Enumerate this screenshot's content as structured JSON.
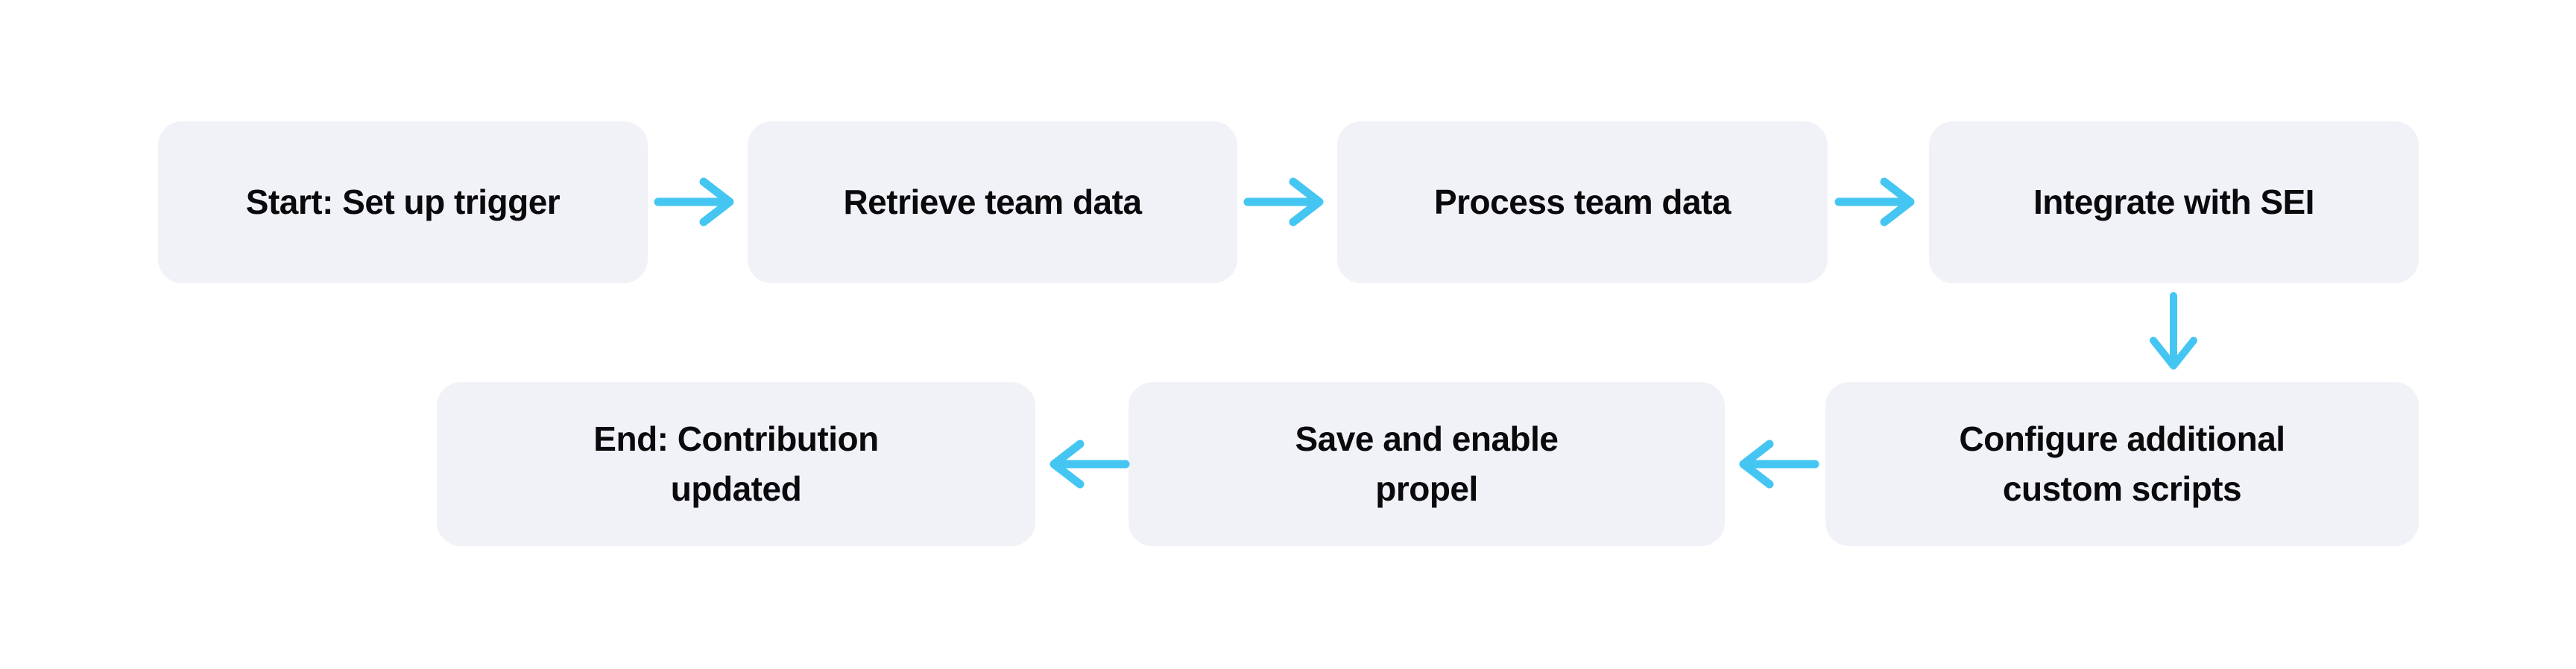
{
  "colors": {
    "background": "#ffffff",
    "node_fill": "#f1f2f7",
    "node_text": "#0a0a0c",
    "arrow": "#45c6f2"
  },
  "flowchart": {
    "type": "flowchart",
    "nodes": [
      {
        "id": "start",
        "label": "Start: Set up trigger",
        "lines": [
          "Start: Set up trigger"
        ]
      },
      {
        "id": "retrieve",
        "label": "Retrieve team data",
        "lines": [
          "Retrieve team data"
        ]
      },
      {
        "id": "process",
        "label": "Process team data",
        "lines": [
          "Process team data"
        ]
      },
      {
        "id": "integrate",
        "label": "Integrate with SEI",
        "lines": [
          "Integrate with SEI"
        ]
      },
      {
        "id": "configure",
        "label": "Configure additional custom scripts",
        "lines": [
          "Configure additional",
          "custom scripts"
        ]
      },
      {
        "id": "save",
        "label": "Save and enable propel",
        "lines": [
          "Save and enable",
          "propel"
        ]
      },
      {
        "id": "end",
        "label": "End: Contribution updated",
        "lines": [
          "End: Contribution",
          "updated"
        ]
      }
    ],
    "edges": [
      {
        "from": "start",
        "to": "retrieve",
        "direction": "right"
      },
      {
        "from": "retrieve",
        "to": "process",
        "direction": "right"
      },
      {
        "from": "process",
        "to": "integrate",
        "direction": "right"
      },
      {
        "from": "integrate",
        "to": "configure",
        "direction": "down"
      },
      {
        "from": "configure",
        "to": "save",
        "direction": "left"
      },
      {
        "from": "save",
        "to": "end",
        "direction": "left"
      }
    ]
  }
}
